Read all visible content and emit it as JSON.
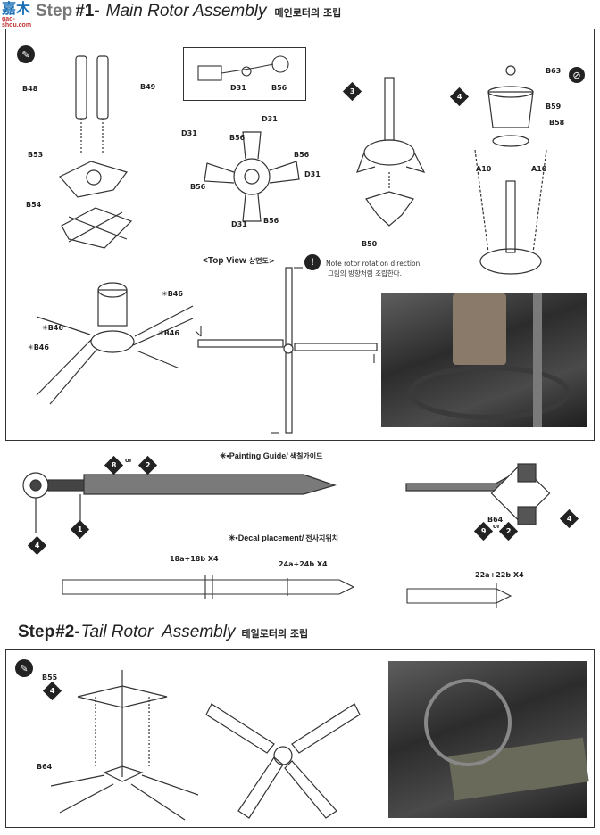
{
  "step1": {
    "prefix": "Step",
    "number": "#1-",
    "title": "Main Rotor Assembly",
    "korean": "메인로터의 조립"
  },
  "watermark": {
    "logo_text": "嘉木",
    "url": "gao-shou.com"
  },
  "parts_top": {
    "b48": "B48",
    "b49": "B49",
    "b53": "B53",
    "b54": "B54",
    "d31_a": "D31",
    "b56_a": "B56",
    "d31_b": "D31",
    "d31_c": "D31",
    "b56_b": "B56",
    "b56_c": "B56",
    "d31_d": "D31",
    "b56_d": "B56",
    "d31_e": "D31",
    "b56_e": "B56",
    "b50": "B50",
    "b63": "B63",
    "b59": "B59",
    "b58": "B58",
    "a10_a": "A10",
    "a10_b": "A10"
  },
  "badges_top": {
    "three": "3",
    "four": "4"
  },
  "top_view": {
    "title": "<Top View",
    "korean": "상면도>",
    "note_en": "Note rotor rotation direction.",
    "note_kr": "그림의 방향처럼 조립한다."
  },
  "b46": {
    "label1": "✳B46",
    "label2": "✳B46",
    "label3": "✳B46",
    "label4": "✳B46"
  },
  "painting_guide": {
    "text": "✳•Painting Guide/",
    "korean": "색칠가이드"
  },
  "decal": {
    "text": "✳•Decal placement/",
    "korean": "전사지위치",
    "d1": "18a+18b X4",
    "d2": "24a+24b X4",
    "d3": "22a+22b X4"
  },
  "paint_badges": {
    "b8": "8",
    "b2": "2",
    "b1": "1",
    "b4": "4",
    "b9": "9",
    "b2b": "2",
    "b4b": "4",
    "or1": "or",
    "or2": "or"
  },
  "b64_top": "B64",
  "step2": {
    "prefix": "Step",
    "number": "#2-",
    "title": "Tail Rotor  Assembly",
    "korean": "테일로터의 조립"
  },
  "parts_bottom": {
    "b55": "B55",
    "b64": "B64",
    "badge4": "4"
  }
}
